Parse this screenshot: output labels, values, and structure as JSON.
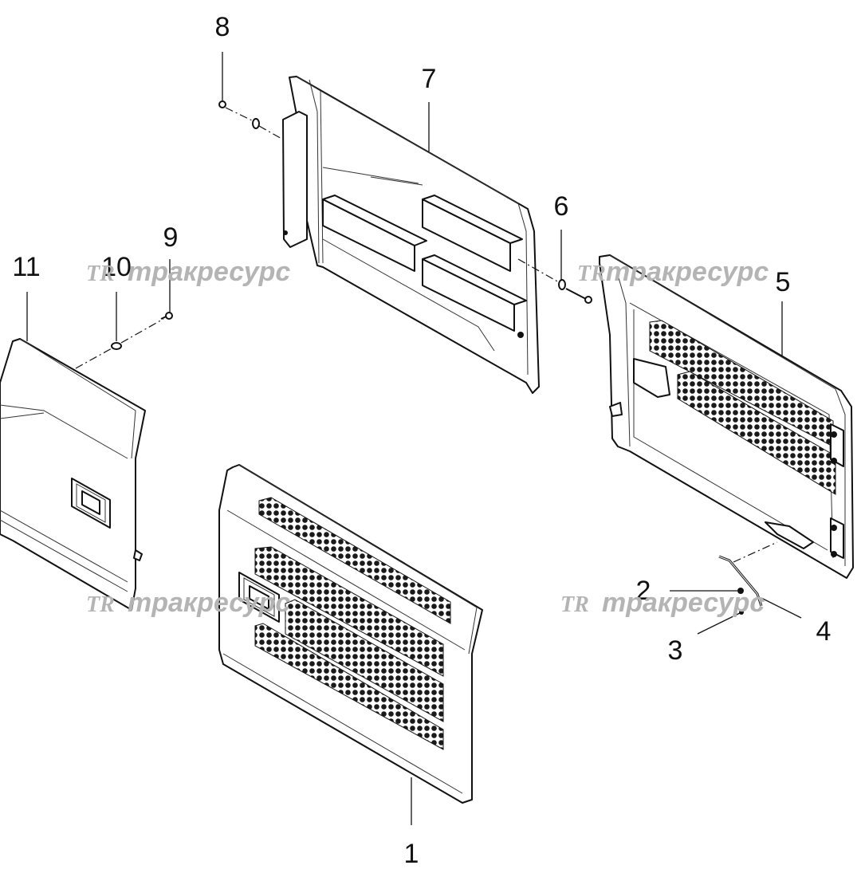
{
  "callouts": [
    {
      "id": "1",
      "text": "1"
    },
    {
      "id": "2",
      "text": "2"
    },
    {
      "id": "3",
      "text": "3"
    },
    {
      "id": "4",
      "text": "4"
    },
    {
      "id": "5",
      "text": "5"
    },
    {
      "id": "6",
      "text": "6"
    },
    {
      "id": "7",
      "text": "7"
    },
    {
      "id": "8",
      "text": "8"
    },
    {
      "id": "9",
      "text": "9"
    },
    {
      "id": "10",
      "text": "10"
    },
    {
      "id": "11",
      "text": "11"
    }
  ],
  "watermark": {
    "logo": "TR",
    "text": "тракресурс",
    "color": "#b4b4b4"
  }
}
